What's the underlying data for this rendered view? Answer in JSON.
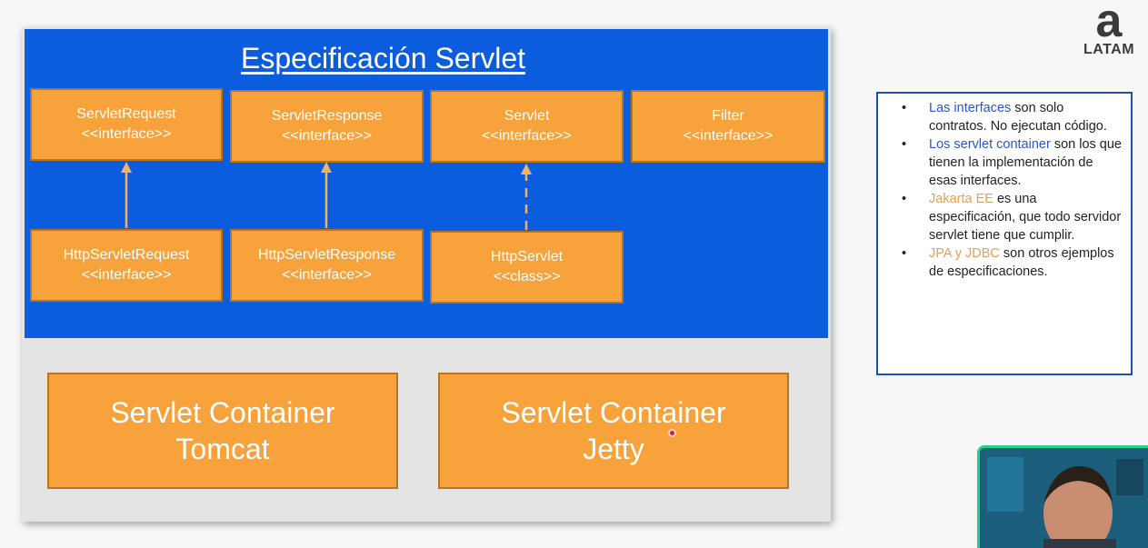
{
  "diagram": {
    "title": "Especificación Servlet",
    "interfaces": [
      {
        "name": "ServletRequest",
        "kind": "<<interface>>"
      },
      {
        "name": "ServletResponse",
        "kind": "<<interface>>"
      },
      {
        "name": "Servlet",
        "kind": "<<interface>>"
      },
      {
        "name": "Filter",
        "kind": "<<interface>>"
      }
    ],
    "implementations": [
      {
        "name": "HttpServletRequest",
        "kind": "<<interface>>"
      },
      {
        "name": "HttpServletResponse",
        "kind": "<<interface>>"
      },
      {
        "name": "HttpServlet",
        "kind": "<<class>>"
      }
    ],
    "containers": [
      {
        "line1": "Servlet Container",
        "line2": "Tomcat"
      },
      {
        "line1": "Servlet Container",
        "line2": "Jetty"
      }
    ],
    "colors": {
      "panel": "#0b5ddd",
      "box": "#f7a23a",
      "box_border": "#b7731f",
      "arrow": "#f2b266"
    }
  },
  "logo": {
    "mark": "a",
    "text": "LATAM"
  },
  "notes": {
    "items": [
      {
        "highlight": "Las interfaces",
        "rest": " son solo contratos. No ejecutan código."
      },
      {
        "highlight": "Los servlet container",
        "rest": " son los que tienen la implementación de esas interfaces."
      },
      {
        "highlight": "Jakarta EE",
        "rest": " es una especificación, que todo servidor servlet tiene que cumplir."
      },
      {
        "highlight": "JPA y JDBC",
        "rest": " son otros ejemplos de especificaciones."
      }
    ],
    "bullet": "•",
    "colors": {
      "blue": "#2b55c9",
      "orange": "#e7a04f"
    }
  }
}
